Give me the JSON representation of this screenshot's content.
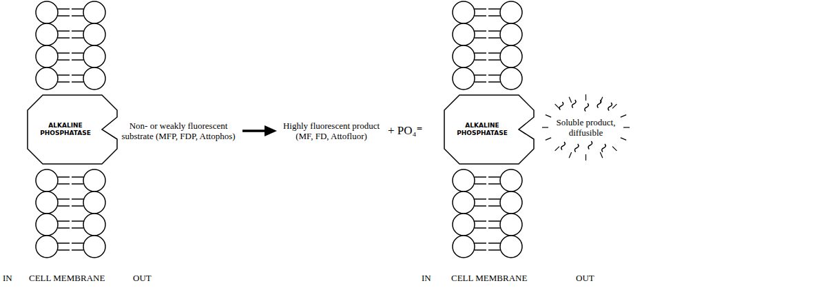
{
  "diagram": {
    "nodes": [
      {
        "text": [
          "ALKALINE PHOSPHATASE"
        ]
      },
      {
        "text": [
          "Non- or weakly fluorescent substrate (MFP, FDP, Attophos)"
        ]
      },
      {
        "text": [
          "Highly fluorescent product (MF, FD, Attofluor)"
        ]
      },
      {
        "text": [
          "ALKALINE PHOSPHATASE"
        ]
      },
      {
        "text": [
          "Soluble product, diffusible"
        ]
      }
    ],
    "edges": [
      {
        "from": 1,
        "to": 2,
        "arrow": "to"
      }
    ],
    "labels": [
      "IN",
      "CELL MEMBRANE",
      "OUT",
      "+ PO₄⁼",
      "IN",
      "CELL MEMBRANE",
      "OUT"
    ]
  }
}
